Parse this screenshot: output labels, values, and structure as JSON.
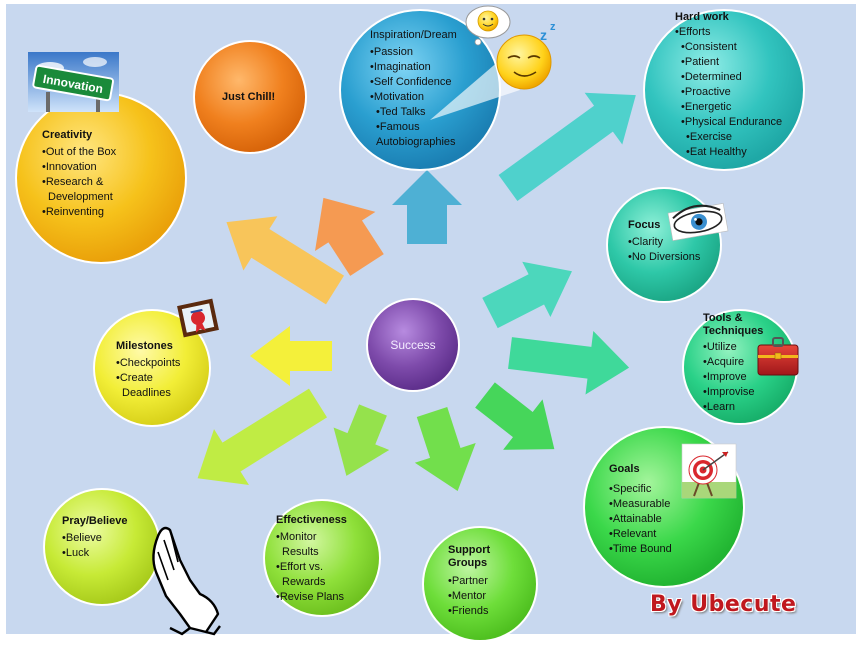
{
  "center": {
    "label": "Success"
  },
  "nodes": {
    "inspiration": {
      "title": "Inspiration/Dream",
      "items": [
        "•Passion",
        "•Imagination",
        "•Self Confidence",
        "•Motivation",
        "•Ted Talks",
        "•Famous",
        "Autobiographies"
      ]
    },
    "just_chill": {
      "title": "Just Chill!"
    },
    "creativity": {
      "title": "Creativity",
      "items": [
        "•Out of the Box",
        "•Innovation",
        "•Research &",
        "Development",
        "•Reinventing"
      ],
      "sign_text": "Innovation"
    },
    "hard_work": {
      "title": "Hard work",
      "items": [
        "•Efforts",
        "•Consistent",
        "•Patient",
        "•Determined",
        "•Proactive",
        "•Energetic",
        "•Physical Endurance",
        "•Exercise",
        "•Eat Healthy"
      ]
    },
    "focus": {
      "title": "Focus",
      "items": [
        "•Clarity",
        "•No Diversions"
      ]
    },
    "tools": {
      "title": "Tools &",
      "title2": "Techniques",
      "items": [
        "•Utilize",
        "•Acquire",
        "•Improve",
        "•Improvise",
        "•Learn"
      ]
    },
    "milestones": {
      "title": "Milestones",
      "items": [
        "•Checkpoints",
        "•Create",
        "Deadlines"
      ]
    },
    "goals": {
      "title": "Goals",
      "items": [
        "•Specific",
        "•Measurable",
        "•Attainable",
        "•Relevant",
        "•Time Bound"
      ]
    },
    "pray": {
      "title": "Pray/Believe",
      "items": [
        "•Believe",
        "•Luck"
      ]
    },
    "effectiveness": {
      "title": "Effectiveness",
      "items": [
        "•Monitor",
        "Results",
        "•Effort vs.",
        "Rewards",
        "•Revise Plans"
      ]
    },
    "support": {
      "title": "Support",
      "title2": "Groups",
      "items": [
        "•Partner",
        "•Mentor",
        "•Friends"
      ]
    }
  },
  "credit": "By Ubecute",
  "colors": {
    "background": "#c8d8ef",
    "success": "#7e4bab",
    "just_chill": "#f0801e",
    "inspiration": "#2a9fd0",
    "creativity": "#f6c21b",
    "hard_work": "#32c4bf",
    "focus": "#2ec8a8",
    "tools": "#2ad188",
    "milestones": "#f2ee37",
    "goals": "#3bd84a",
    "pray": "#c7ea36",
    "effectiveness": "#8fe03a",
    "support": "#6ede3a",
    "credit": "#c0181e"
  }
}
